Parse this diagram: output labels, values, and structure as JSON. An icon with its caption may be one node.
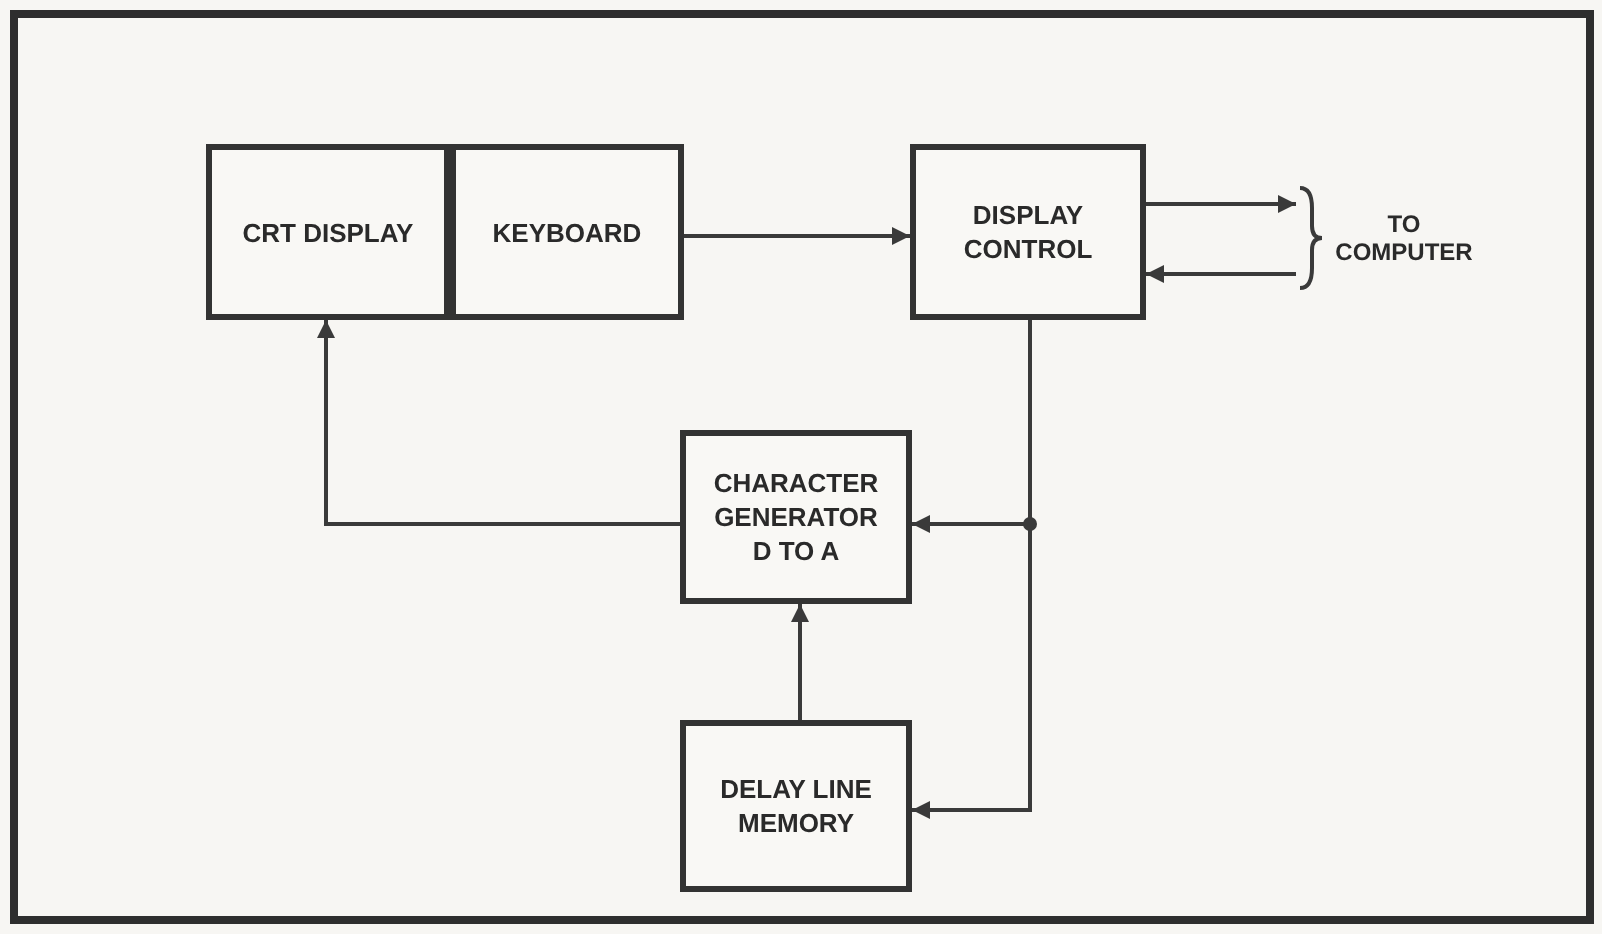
{
  "diagram": {
    "nodes": [
      {
        "text": [
          "CRT DISPLAY"
        ]
      },
      {
        "text": [
          "KEYBOARD"
        ]
      },
      {
        "text": [
          "DISPLAY CONTROL"
        ]
      },
      {
        "text": [
          "CHARACTER GENERATOR D TO A"
        ]
      },
      {
        "text": [
          "DELAY LINE MEMORY"
        ]
      },
      {
        "text": [
          "TO COMPUTER"
        ]
      }
    ],
    "edges": [
      {
        "from": 1,
        "to": 2,
        "arrow": "to"
      },
      {
        "from": 2,
        "to": 5,
        "arrow": "to"
      },
      {
        "from": 5,
        "to": 2,
        "arrow": "to"
      },
      {
        "from": 2,
        "to": 3,
        "arrow": "to"
      },
      {
        "from": 2,
        "to": 4,
        "arrow": "to"
      },
      {
        "from": 3,
        "to": 0,
        "arrow": "to"
      },
      {
        "from": 4,
        "to": 3,
        "arrow": "to"
      }
    ]
  }
}
